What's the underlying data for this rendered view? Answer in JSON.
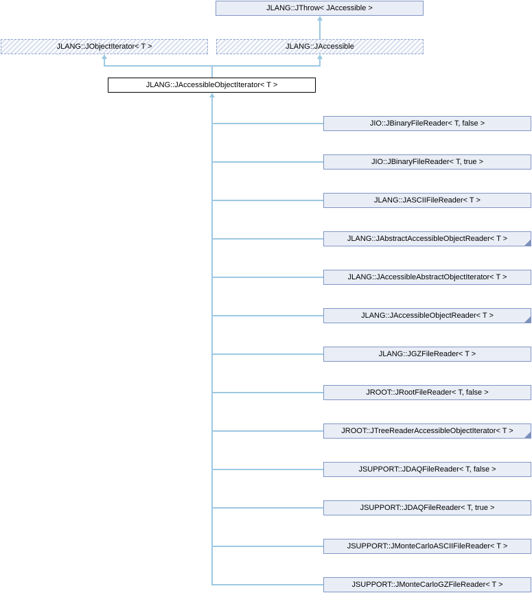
{
  "diagram": {
    "type": "class-inheritance-diagram",
    "base": {
      "jthrow": {
        "label": "JLANG::JThrow< JAccessible >"
      },
      "jobjectiterator": {
        "label": "JLANG::JObjectIterator< T >"
      },
      "jaccessible": {
        "label": "JLANG::JAccessible"
      }
    },
    "current": {
      "label": "JLANG::JAccessibleObjectIterator< T >"
    },
    "derived": [
      {
        "label": "JIO::JBinaryFileReader< T, false >",
        "truncated": false
      },
      {
        "label": "JIO::JBinaryFileReader< T, true >",
        "truncated": false
      },
      {
        "label": "JLANG::JASCIIFileReader< T >",
        "truncated": false
      },
      {
        "label": "JLANG::JAbstractAccessibleObjectReader< T >",
        "truncated": true
      },
      {
        "label": "JLANG::JAccessibleAbstractObjectIterator< T >",
        "truncated": false
      },
      {
        "label": "JLANG::JAccessibleObjectReader< T >",
        "truncated": true
      },
      {
        "label": "JLANG::JGZFileReader< T >",
        "truncated": false
      },
      {
        "label": "JROOT::JRootFileReader< T, false >",
        "truncated": false
      },
      {
        "label": "JROOT::JTreeReaderAccessibleObjectIterator< T >",
        "truncated": true
      },
      {
        "label": "JSUPPORT::JDAQFileReader< T, false >",
        "truncated": false
      },
      {
        "label": "JSUPPORT::JDAQFileReader< T, true >",
        "truncated": false
      },
      {
        "label": "JSUPPORT::JMonteCarloASCIIFileReader< T >",
        "truncated": false
      },
      {
        "label": "JSUPPORT::JMonteCarloGZFileReader< T >",
        "truncated": false
      }
    ],
    "colors": {
      "node_fill": "#E9EDF6",
      "node_border": "#8095C4",
      "current_border": "#000000",
      "edge": "#9CC8E2",
      "hatch_stripe": "#DCE2F1",
      "dashed_border": "#8CA2CC",
      "truncation": "#7C90BC",
      "text": "#000000",
      "background": "#FFFFFF"
    }
  }
}
